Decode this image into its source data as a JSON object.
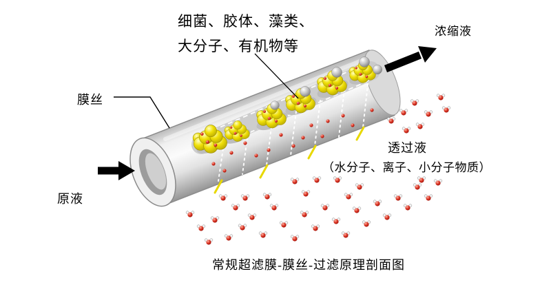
{
  "labels": {
    "retained_line1": "细菌、胶体、藻类、",
    "retained_line2": "大分子、有机物等",
    "concentrate": "浓缩液",
    "membrane_fiber": "膜丝",
    "feed": "原液",
    "permeate": "透过液",
    "permeate_detail": "（水分子、离子、小分子物质）",
    "caption": "常规超滤膜-膜丝-过滤原理剖面图"
  },
  "colors": {
    "cluster-yellow": "#e8d800",
    "molecule-red": "#c32318",
    "tube-gray": "#e4e4e4",
    "arrow-black": "#000000"
  },
  "icons": {
    "feed_arrow": "right-arrow",
    "concentrate_arrow": "up-right-arrow",
    "cluster": "yellow-macromolecule-cluster",
    "gray_sphere": "gray-particle",
    "water": "water-molecule"
  }
}
